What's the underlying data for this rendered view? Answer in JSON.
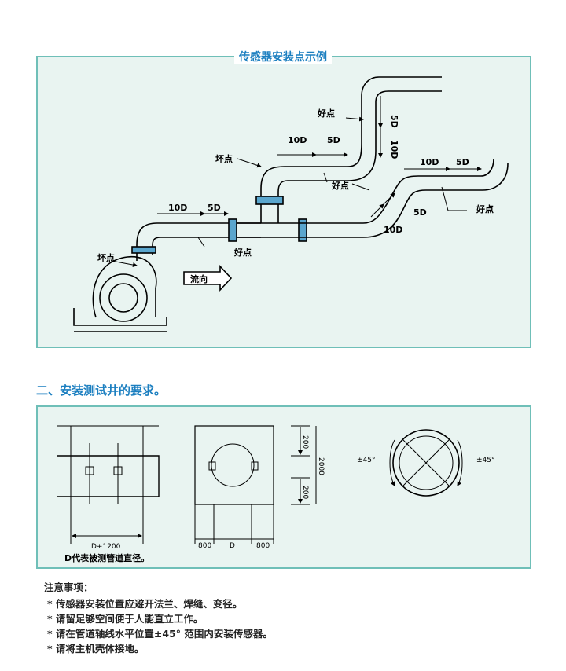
{
  "section1": {
    "title": "传感器安装点示例",
    "labels": {
      "good": "好点",
      "bad": "坏点",
      "flow": "流向",
      "d10": "10D",
      "d5": "5D"
    }
  },
  "section2": {
    "heading": "二、安装测试井的要求。",
    "caption": "D代表被测管道直径。",
    "dims": {
      "length": "D+1200",
      "side": "800",
      "dia": "D",
      "height": "2000",
      "top": "200",
      "bottom": "200",
      "angle_left": "±45°",
      "angle_right": "±45°"
    }
  },
  "notes": {
    "title": "注意事项：",
    "items": [
      "* 传感器安装位置应避开法兰、焊缝、变径。",
      "* 请留足够空间便于人能直立工作。",
      "* 请在管道轴线水平位置±45° 范围内安装传感器。",
      "* 请将主机壳体接地。"
    ]
  },
  "colors": {
    "accent": "#1c7fc0",
    "panel_fill": "#e9f4f1",
    "panel_border": "#6fbfb8"
  }
}
